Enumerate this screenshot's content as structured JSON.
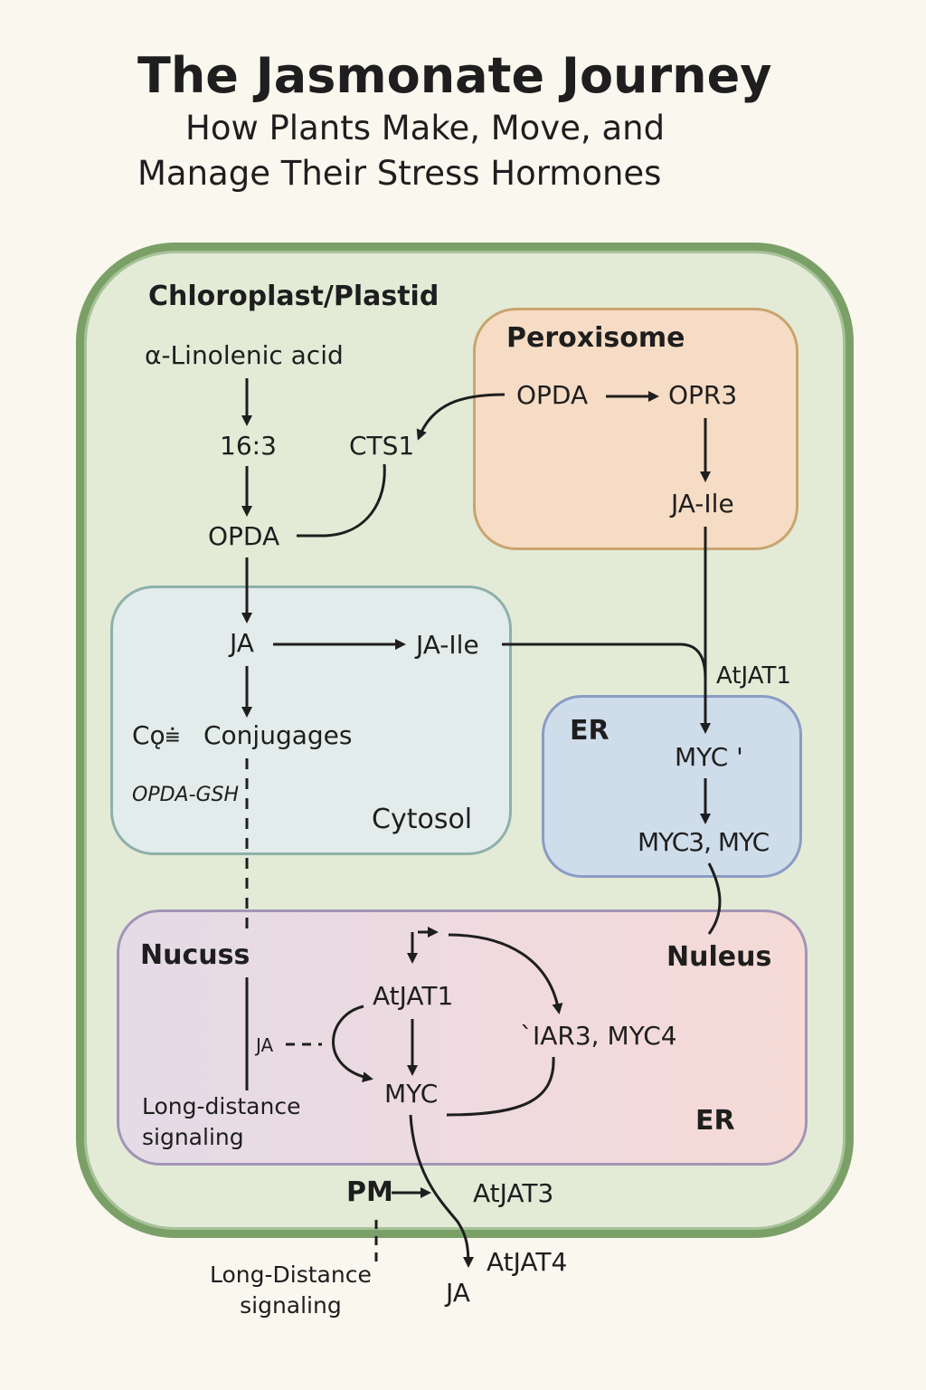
{
  "header": {
    "title": "The Jasmonate Journey",
    "subtitle_line1": "How Plants Make, Move, and",
    "subtitle_line2": "Manage Their Stress Hormones"
  },
  "compartments": {
    "chloroplast": "Chloroplast/Plastid",
    "peroxisome": "Peroxisome",
    "cytosol": "Cytosol",
    "er_upper": "ER",
    "nucleus_left": "Nucuss",
    "nucleus_right": "Nuleus",
    "er_lower": "ER",
    "pm": "PM"
  },
  "nodes": {
    "linolenic": "α-Linolenic acid",
    "c16_3": "16:3",
    "cts1": "CTS1",
    "opda_plastid": "OPDA",
    "opda_perox": "OPDA",
    "opr3": "OPR3",
    "jaile_perox": "JA-Ile",
    "ja_cytosol": "JA",
    "jaile_cytosol": "JA-Ile",
    "conjugates_prefix": "Cǫ⩧",
    "conjugates": "Conjugages",
    "opda_gsh": "OPDA-GSH",
    "atjat1_upper": "AtJAT1",
    "myc_er": "MYC '",
    "myc3_myc": "MYC3, MYC",
    "atjat1_nucleus": "AtJAT1",
    "iar3_myc4": "`IAR3, MYC4",
    "ja_nucleus": "JA",
    "myc_nucleus": "MYC",
    "long_distance_nucleus": "Long-distance\nsignaling",
    "atjat3": "AtJAT3",
    "atjat4": "AtJAT4",
    "ja_out": "JA",
    "long_distance_out": "Long-Distance\nsignaling"
  },
  "colors": {
    "cell_border": "#6f9a5c",
    "cell_fill": "#e3ebd7",
    "peroxisome_fill": "#f6dcc4",
    "peroxisome_border": "#c7a16d",
    "cytosol_fill": "#e2eceb",
    "cytosol_border": "#8aa9a4",
    "er_fill": "#cfdcea",
    "er_border": "#8799c0",
    "nucleus_fill_left": "#e5dbe6",
    "nucleus_fill_right": "#f4dad6",
    "nucleus_border": "#9f8fb3"
  }
}
